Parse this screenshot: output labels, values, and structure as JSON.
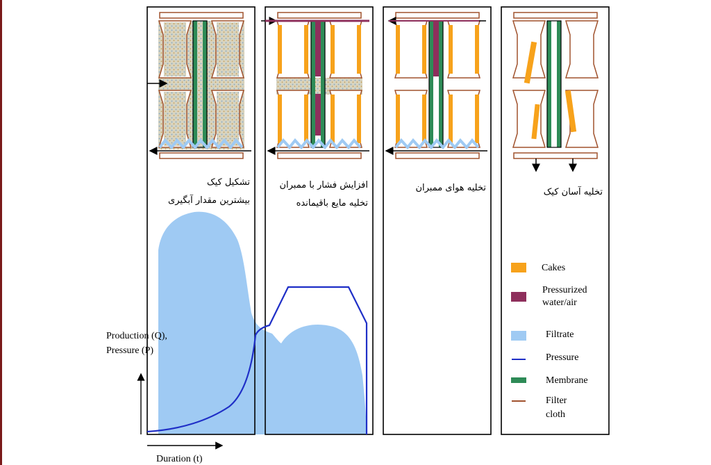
{
  "stages": [
    {
      "line1": "تشکیل کیک",
      "line2": "بیشترین مقدار آبگیری"
    },
    {
      "line1": "افزایش فشار با ممبران",
      "line2": "تخلیه مایع باقیمانده"
    },
    {
      "line1": "تخلیه هوای ممبران",
      "line2": ""
    },
    {
      "line1": "تخلیه آسان کیک",
      "line2": ""
    }
  ],
  "axis": {
    "y_label_1": "Production (Q),",
    "y_label_2": "Pressure (P)",
    "x_label": "Duration (t)"
  },
  "legend": [
    {
      "label1": "Cakes",
      "label2": "",
      "color": "#f7a21b",
      "kind": "swatch"
    },
    {
      "label1": "Pressurized",
      "label2": "water/air",
      "color": "#8e2f5c",
      "kind": "swatch"
    },
    {
      "label1": "Filtrate",
      "label2": "",
      "color": "#9fcaf3",
      "kind": "swatch"
    },
    {
      "label1": "Pressure",
      "label2": "",
      "color": "#1f2fc7",
      "kind": "line"
    },
    {
      "label1": "Membrane",
      "label2": "",
      "color": "#2e8b57",
      "kind": "swatch"
    },
    {
      "label1": "Filter",
      "label2": "cloth",
      "color": "#a0522d",
      "kind": "line"
    }
  ],
  "colors": {
    "cake": "#f7a21b",
    "pressurized": "#8e2f5c",
    "filtrate": "#9fcaf3",
    "pressure": "#1f2fc7",
    "membrane": "#2e8b57",
    "cloth": "#a0522d",
    "slurry": "#c9c6b4"
  }
}
